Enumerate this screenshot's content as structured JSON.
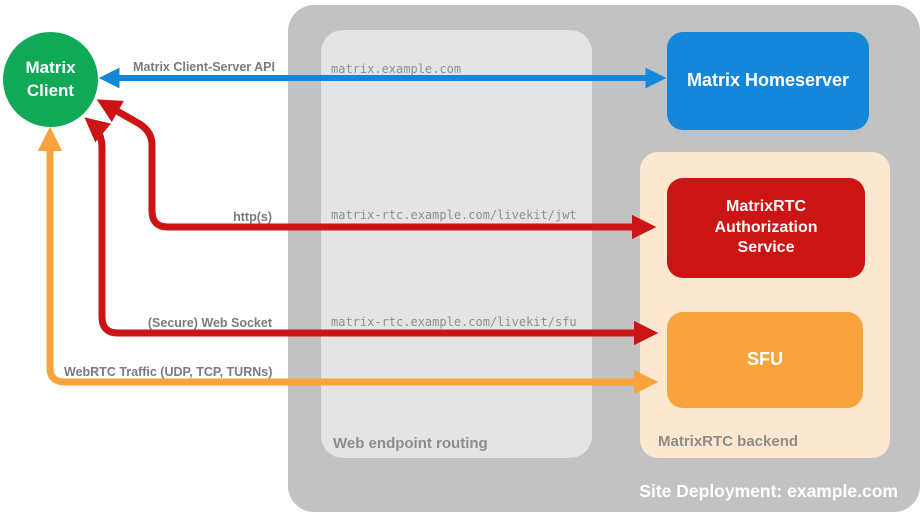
{
  "diagram": {
    "title": "Site Deployment: example.com",
    "nodes": {
      "client": {
        "label": "Matrix Client"
      },
      "homeserver": {
        "label": "Matrix Homeserver"
      },
      "auth_service": {
        "label": "MatrixRTC Authorization Service"
      },
      "sfu": {
        "label": "SFU"
      }
    },
    "groups": {
      "routing": {
        "label": "Web endpoint routing"
      },
      "backend": {
        "label": "MatrixRTC backend"
      }
    },
    "endpoints": {
      "homeserver": "matrix.example.com",
      "jwt": "matrix-rtc.example.com/livekit/jwt",
      "sfu": "matrix-rtc.example.com/livekit/sfu"
    },
    "connections": {
      "client_server_api": {
        "label": "Matrix Client-Server API",
        "color": "#1587DB",
        "direction": "bidirectional",
        "from": "Matrix Client",
        "to": "Matrix Homeserver"
      },
      "https": {
        "label": "http(s)",
        "color": "#CC1414",
        "direction": "bidirectional-curved",
        "from": "Matrix Client",
        "to": "MatrixRTC Authorization Service"
      },
      "websocket": {
        "label": "(Secure) Web Socket",
        "color": "#CC1414",
        "direction": "bidirectional-curved",
        "from": "Matrix Client",
        "to": "SFU"
      },
      "webrtc": {
        "label": "WebRTC Traffic (UDP, TCP, TURNs)",
        "color": "#F9A33C",
        "direction": "bidirectional-curved",
        "from": "Matrix Client",
        "to": "SFU"
      }
    },
    "colors": {
      "client_green": "#0FA958",
      "homeserver_blue": "#1587DB",
      "auth_red": "#CC1414",
      "sfu_orange": "#F9A33C",
      "backend_peach": "#FCE8D1",
      "deployment_gray": "#C2C2C2",
      "routing_gray": "#E4E4E4",
      "label_gray": "#7B7B7B",
      "mono_gray": "#8F8F8F",
      "text_white": "#FFFFFF"
    }
  }
}
